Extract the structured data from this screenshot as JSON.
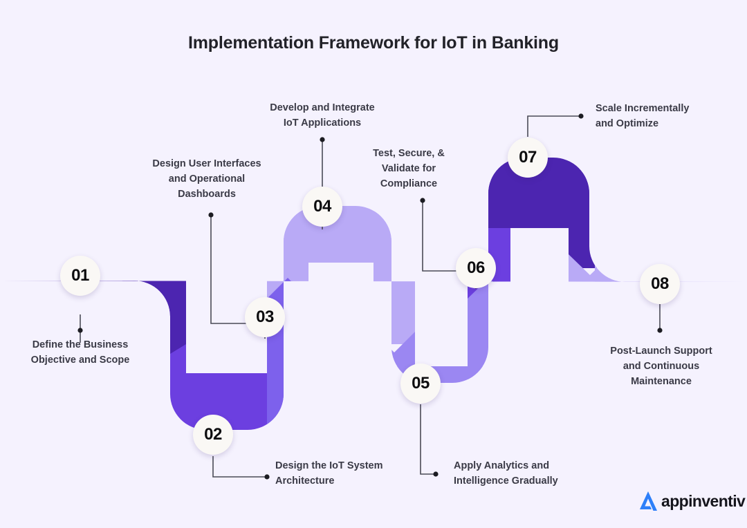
{
  "title": "Implementation Framework for IoT in Banking",
  "colors": {
    "background": "#f5f2fe",
    "ribbon_dark": "#4c25b0",
    "ribbon_mid_dark": "#6c3fe0",
    "ribbon_mid": "#7d61ec",
    "ribbon_mid_light": "#9b87f2",
    "ribbon_light": "#b9aaf6",
    "text": "#3a3a46",
    "title": "#222228",
    "circle_fill": "#faf8f5",
    "connector": "#4a4a55",
    "logo_blue": "#2d7ff9"
  },
  "steps": [
    {
      "number": "01",
      "label": "Define the Business\nObjective and Scope"
    },
    {
      "number": "02",
      "label": "Design the IoT System\nArchitecture"
    },
    {
      "number": "03",
      "label": "Design User Interfaces\nand Operational\nDashboards"
    },
    {
      "number": "04",
      "label": "Develop and Integrate\nIoT Applications"
    },
    {
      "number": "05",
      "label": "Apply Analytics and\nIntelligence Gradually"
    },
    {
      "number": "06",
      "label": "Test, Secure, &\nValidate for\nCompliance"
    },
    {
      "number": "07",
      "label": "Scale Incrementally\nand Optimize"
    },
    {
      "number": "08",
      "label": "Post-Launch Support\nand Continuous\nMaintenance"
    }
  ],
  "logo": {
    "text": "appinventiv",
    "mark": "a-chevron-mark"
  }
}
